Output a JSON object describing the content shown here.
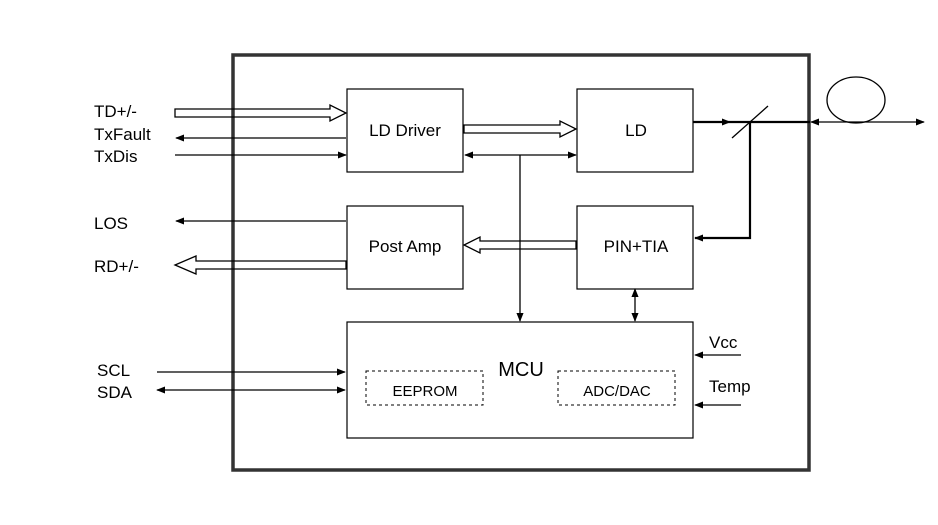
{
  "signals_left": {
    "td": "TD+/-",
    "txfault": "TxFault",
    "txdis": "TxDis",
    "los": "LOS",
    "rd": "RD+/-",
    "scl": "SCL",
    "sda": "SDA"
  },
  "blocks": {
    "ld_driver": "LD Driver",
    "ld": "LD",
    "post_amp": "Post Amp",
    "pin_tia": "PIN+TIA",
    "mcu": "MCU",
    "eeprom": "EEPROM",
    "adc_dac": "ADC/DAC"
  },
  "signals_right": {
    "vcc": "Vcc",
    "temp": "Temp"
  }
}
